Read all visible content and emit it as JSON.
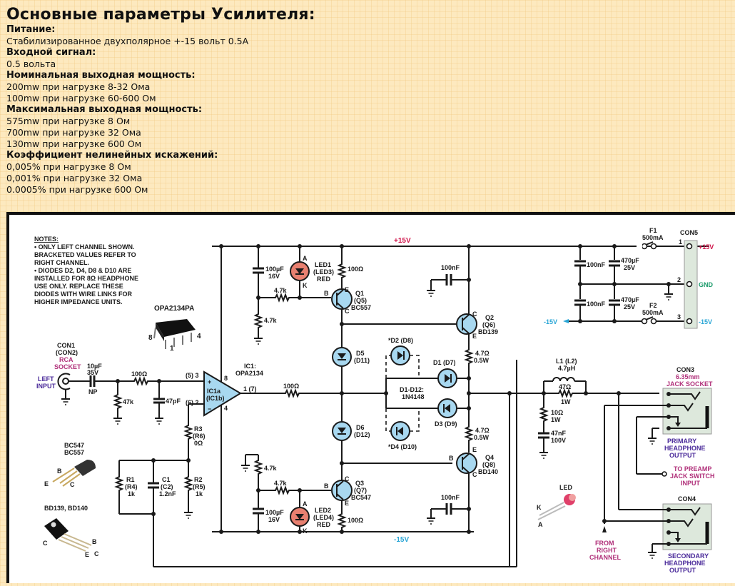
{
  "specs": {
    "title": "Основные параметры Усилителя:",
    "sections": [
      {
        "heading": "Питание:",
        "lines": [
          "Стабилизированное двухполярное +-15 вольт 0.5А"
        ]
      },
      {
        "heading": "Входной сигнал:",
        "lines": [
          "0.5 вольта"
        ]
      },
      {
        "heading": "Номинальная выходная мощность:",
        "lines": [
          "200mw при нагрузке 8-32 Ома",
          "100mw при нагрузке 60-600 Ом"
        ]
      },
      {
        "heading": "Максимальная выходная мощность:",
        "lines": [
          "575mw при нагрузке 8 Ом",
          "700mw при нагрузке 32 Ома",
          "130mw при нагрузке 600 Ом"
        ]
      },
      {
        "heading": "Коэффициент нелинейных искажений:",
        "lines": [
          "0,005% при нагрузке 8 Ом",
          "0,001% при нагрузке 32 Ома",
          "0.0005% при нагрузке 600 Ом"
        ]
      }
    ]
  },
  "schematic": {
    "notes": {
      "title": "NOTES:",
      "lines": [
        "• ONLY LEFT CHANNEL SHOWN.",
        "BRACKETED VALUES REFER TO",
        "RIGHT CHANNEL.",
        "• DIODES D2, D4, D8 & D10 ARE",
        "INSTALLED FOR 8Ω HEADPHONE",
        "USE ONLY. REPLACE THESE",
        "DIODES WITH WIRE LINKS FOR",
        "HIGHER IMPEDANCE UNITS."
      ]
    },
    "rails": {
      "pos": "+15V",
      "neg": "-15V",
      "gnd": "GND"
    },
    "ic_package": {
      "label": "OPA2134PA",
      "pin8": "8",
      "pin1": "1",
      "pin4": "4"
    },
    "input": {
      "con": [
        "CON1",
        "(CON2)"
      ],
      "con_type": [
        "RCA",
        "SOCKET"
      ],
      "label": [
        "LEFT",
        "INPUT"
      ],
      "cap": [
        "10µF",
        "35V",
        "NP"
      ],
      "r_series": "100Ω",
      "r_shunt": "47k",
      "c_shunt": "47pF"
    },
    "opamp": {
      "name": [
        "IC1a",
        "(IC1b)"
      ],
      "ic": [
        "IC1:",
        "OPA2134"
      ],
      "pin_plus": "(5) 3",
      "pin_minus": "(6) 2",
      "pin_out": "1 (7)",
      "pin_v_pos": "8",
      "pin_v_neg": "4",
      "r_out": "100Ω"
    },
    "feedback": {
      "r3": [
        "R3",
        "(R6)",
        "0Ω"
      ],
      "r1": [
        "R1",
        "(R4)",
        "1k"
      ],
      "c1": [
        "C1",
        "(C2)",
        "1.2nF"
      ],
      "r2": [
        "R2",
        "(R5)",
        "1k"
      ]
    },
    "upper_bias": {
      "cap": [
        "100µF",
        "16V"
      ],
      "r_top": "4.7k",
      "r_bottom": "4.7k",
      "led": [
        "LED1",
        "(LED3)",
        "RED"
      ],
      "r_emitter": "100Ω",
      "q": [
        "Q1",
        "(Q5)",
        "BC557"
      ]
    },
    "lower_bias": {
      "cap": [
        "100µF",
        "16V"
      ],
      "r_top": "4.7k",
      "r_mid": "4.7k",
      "led": [
        "LED2",
        "(LED4)",
        "RED"
      ],
      "r_emitter": "100Ω",
      "q": [
        "Q3",
        "(Q7)",
        "BC547"
      ]
    },
    "diodes": {
      "d5": [
        "D5",
        "(D11)"
      ],
      "d6": [
        "D6",
        "(D12)"
      ],
      "d2": "*D2 (D8)",
      "d4": "*D4 (D10)",
      "d1": "D1 (D7)",
      "d3": "D3 (D9)",
      "type": [
        "D1-D12:",
        "1N4148"
      ]
    },
    "output_stage": {
      "q2": [
        "Q2",
        "(Q6)",
        "BD139"
      ],
      "q4": [
        "Q4",
        "(Q8)",
        "BD140"
      ],
      "re_top": [
        "4.7Ω",
        "0.5W"
      ],
      "re_bottom": [
        "4.7Ω",
        "0.5W"
      ],
      "c_top": "100nF",
      "c_bottom": "100nF"
    },
    "zobel": {
      "inductor": [
        "L1 (L2)",
        "4.7µH"
      ],
      "r_parallel": [
        "47Ω",
        "1W"
      ],
      "r": [
        "10Ω",
        "1W"
      ],
      "c": [
        "47nF",
        "100V"
      ]
    },
    "supply": {
      "f1": [
        "F1",
        "500mA"
      ],
      "f2": [
        "F2",
        "500mA"
      ],
      "c1": "100nF",
      "c2": "100nF",
      "e1": [
        "470µF",
        "25V"
      ],
      "e2": [
        "470µF",
        "25V"
      ],
      "con": "CON5",
      "pins": [
        "1",
        "2",
        "3"
      ]
    },
    "con3": {
      "name": "CON3",
      "type": [
        "6.35mm",
        "JACK SOCKET"
      ],
      "caption": [
        "PRIMARY",
        "HEADPHONE",
        "OUTPUT"
      ]
    },
    "con4": {
      "name": "CON4",
      "caption": [
        "SECONDARY",
        "HEADPHONE",
        "OUTPUT"
      ]
    },
    "preamp": [
      "TO PREAMP",
      "JACK SWITCH",
      "INPUT"
    ],
    "right_channel": [
      "FROM",
      "RIGHT",
      "CHANNEL"
    ],
    "pinouts": {
      "small": [
        "BC547",
        "BC557"
      ],
      "small_pins": [
        "B",
        "E",
        "C"
      ],
      "power": "BD139, BD140",
      "power_pins": [
        "C",
        "B",
        "E",
        "C"
      ],
      "led": "LED",
      "led_pins": [
        "K",
        "A"
      ]
    },
    "colors": {
      "pos_rail": "#d0154a",
      "neg_rail": "#2aa6d6",
      "gnd": "#1a9a6a",
      "component_fill": "#a8d8f0",
      "led_fill": "#e88070",
      "connector_fill": "#dde8dc"
    }
  }
}
